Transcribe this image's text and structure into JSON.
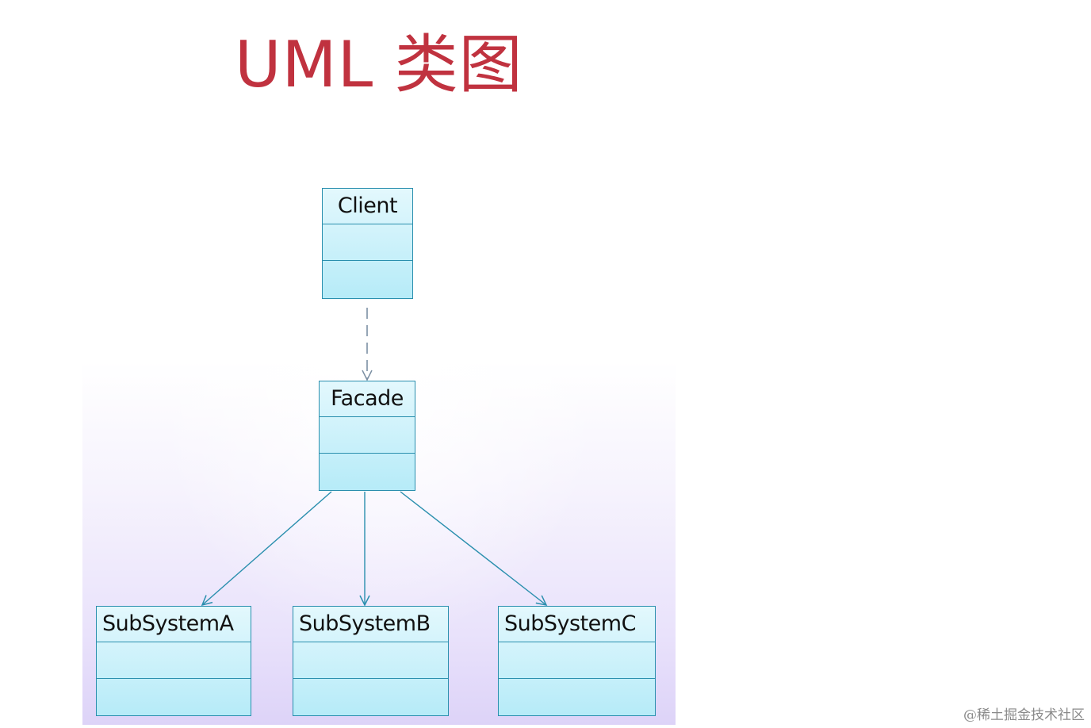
{
  "title": "UML 类图",
  "classes": {
    "client": {
      "name": "Client"
    },
    "facade": {
      "name": "Facade"
    },
    "subsystem_a": {
      "name": "SubSystemA"
    },
    "subsystem_b": {
      "name": "SubSystemB"
    },
    "subsystem_c": {
      "name": "SubSystemC"
    }
  },
  "relationships": [
    {
      "from": "Client",
      "to": "Facade",
      "type": "dependency",
      "line": "dashed"
    },
    {
      "from": "Facade",
      "to": "SubSystemA",
      "type": "association",
      "line": "solid"
    },
    {
      "from": "Facade",
      "to": "SubSystemB",
      "type": "association",
      "line": "solid"
    },
    {
      "from": "Facade",
      "to": "SubSystemC",
      "type": "association",
      "line": "solid"
    }
  ],
  "colors": {
    "title": "#c0323f",
    "class_border": "#2a8fae",
    "class_fill": "#b6ebf8",
    "connector": "#2a8fae"
  },
  "watermark": "@稀土掘金技术社区"
}
